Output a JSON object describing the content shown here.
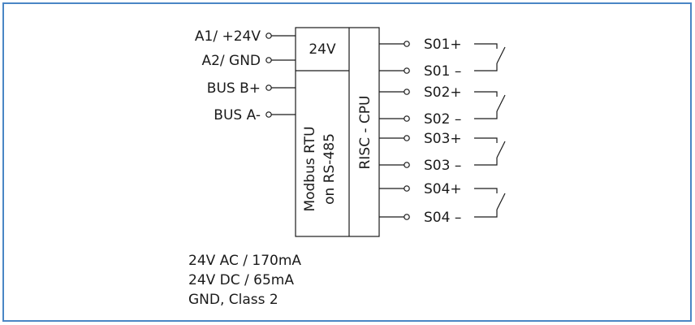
{
  "inputs": {
    "a1": "A1/ +24V",
    "a2": "A2/ GND",
    "bus_b": "BUS B+",
    "bus_a": "BUS A-"
  },
  "blocks": {
    "power": "24V",
    "modbus_line1": "Modbus RTU",
    "modbus_line2": "on RS-485",
    "cpu": "RISC - CPU"
  },
  "outputs": {
    "s01_plus": "S01+",
    "s01_minus": "S01 –",
    "s02_plus": "S02+",
    "s02_minus": "S02 –",
    "s03_plus": "S03+",
    "s03_minus": "S03 –",
    "s04_plus": "S04+",
    "s04_minus": "S04 –"
  },
  "notes": {
    "ac": "24V AC / 170mA",
    "dc": "24V DC / 65mA",
    "gnd": "GND, Class 2"
  },
  "colors": {
    "frame_border": "#4a86c5",
    "line": "#1a1a1a"
  }
}
